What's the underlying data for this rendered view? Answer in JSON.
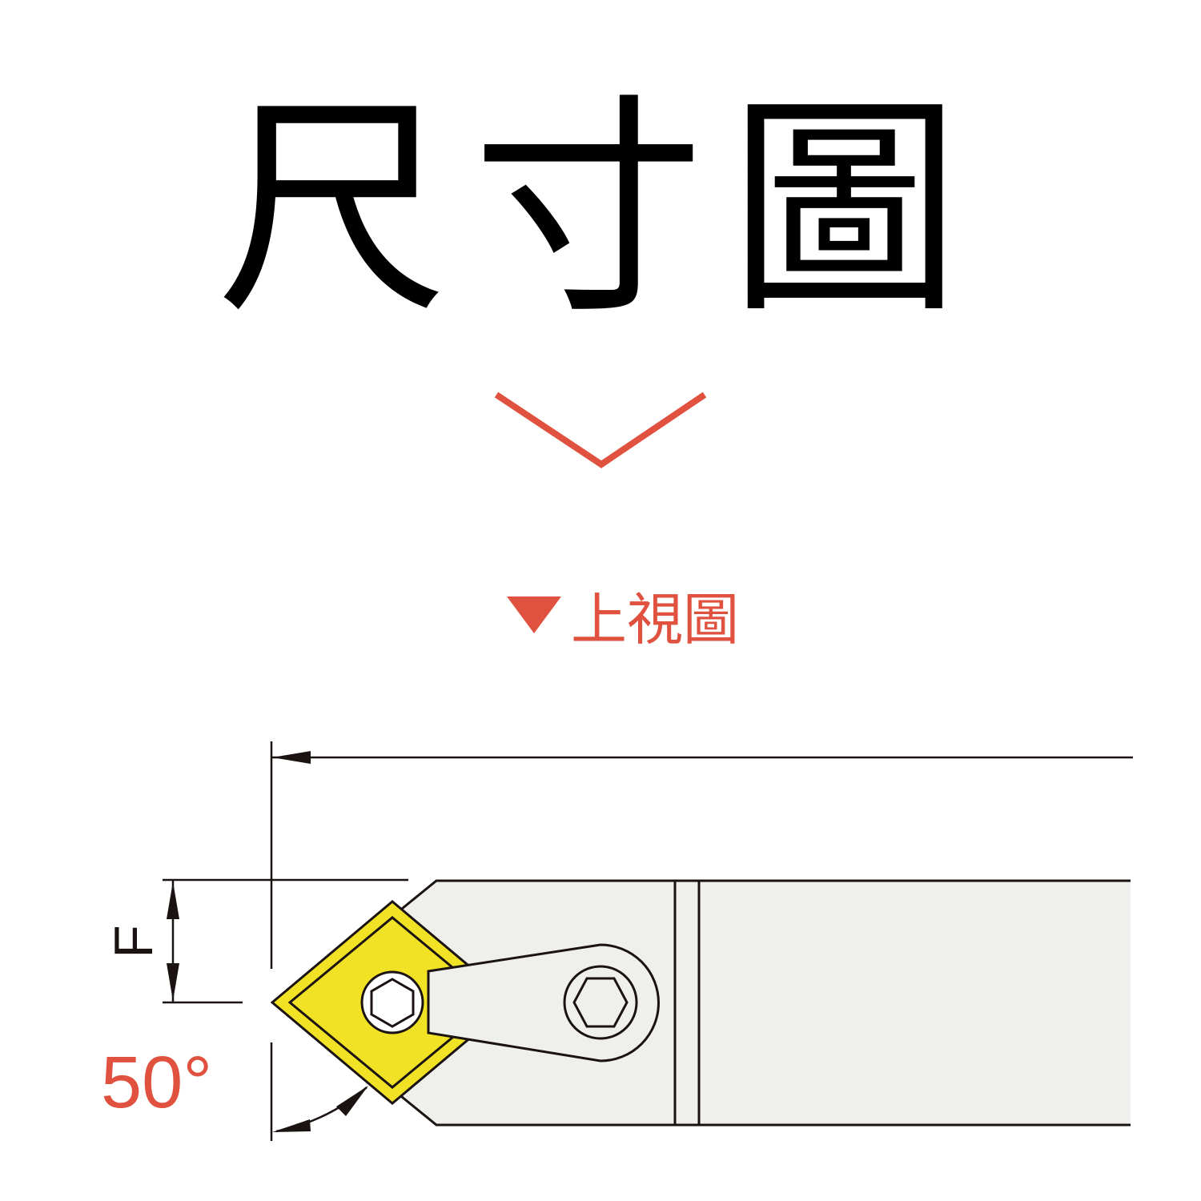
{
  "title": "尺寸圖",
  "view_label": "上視圖",
  "dimension_label": "F",
  "angle_label": "50°",
  "icons": {
    "chevron": "chevron-down-icon",
    "marker": "triangle-down-icon"
  },
  "colors": {
    "accent": "#e0523f",
    "insert": "#f1e226",
    "holder": "#efefed",
    "line": "#1a1311"
  }
}
